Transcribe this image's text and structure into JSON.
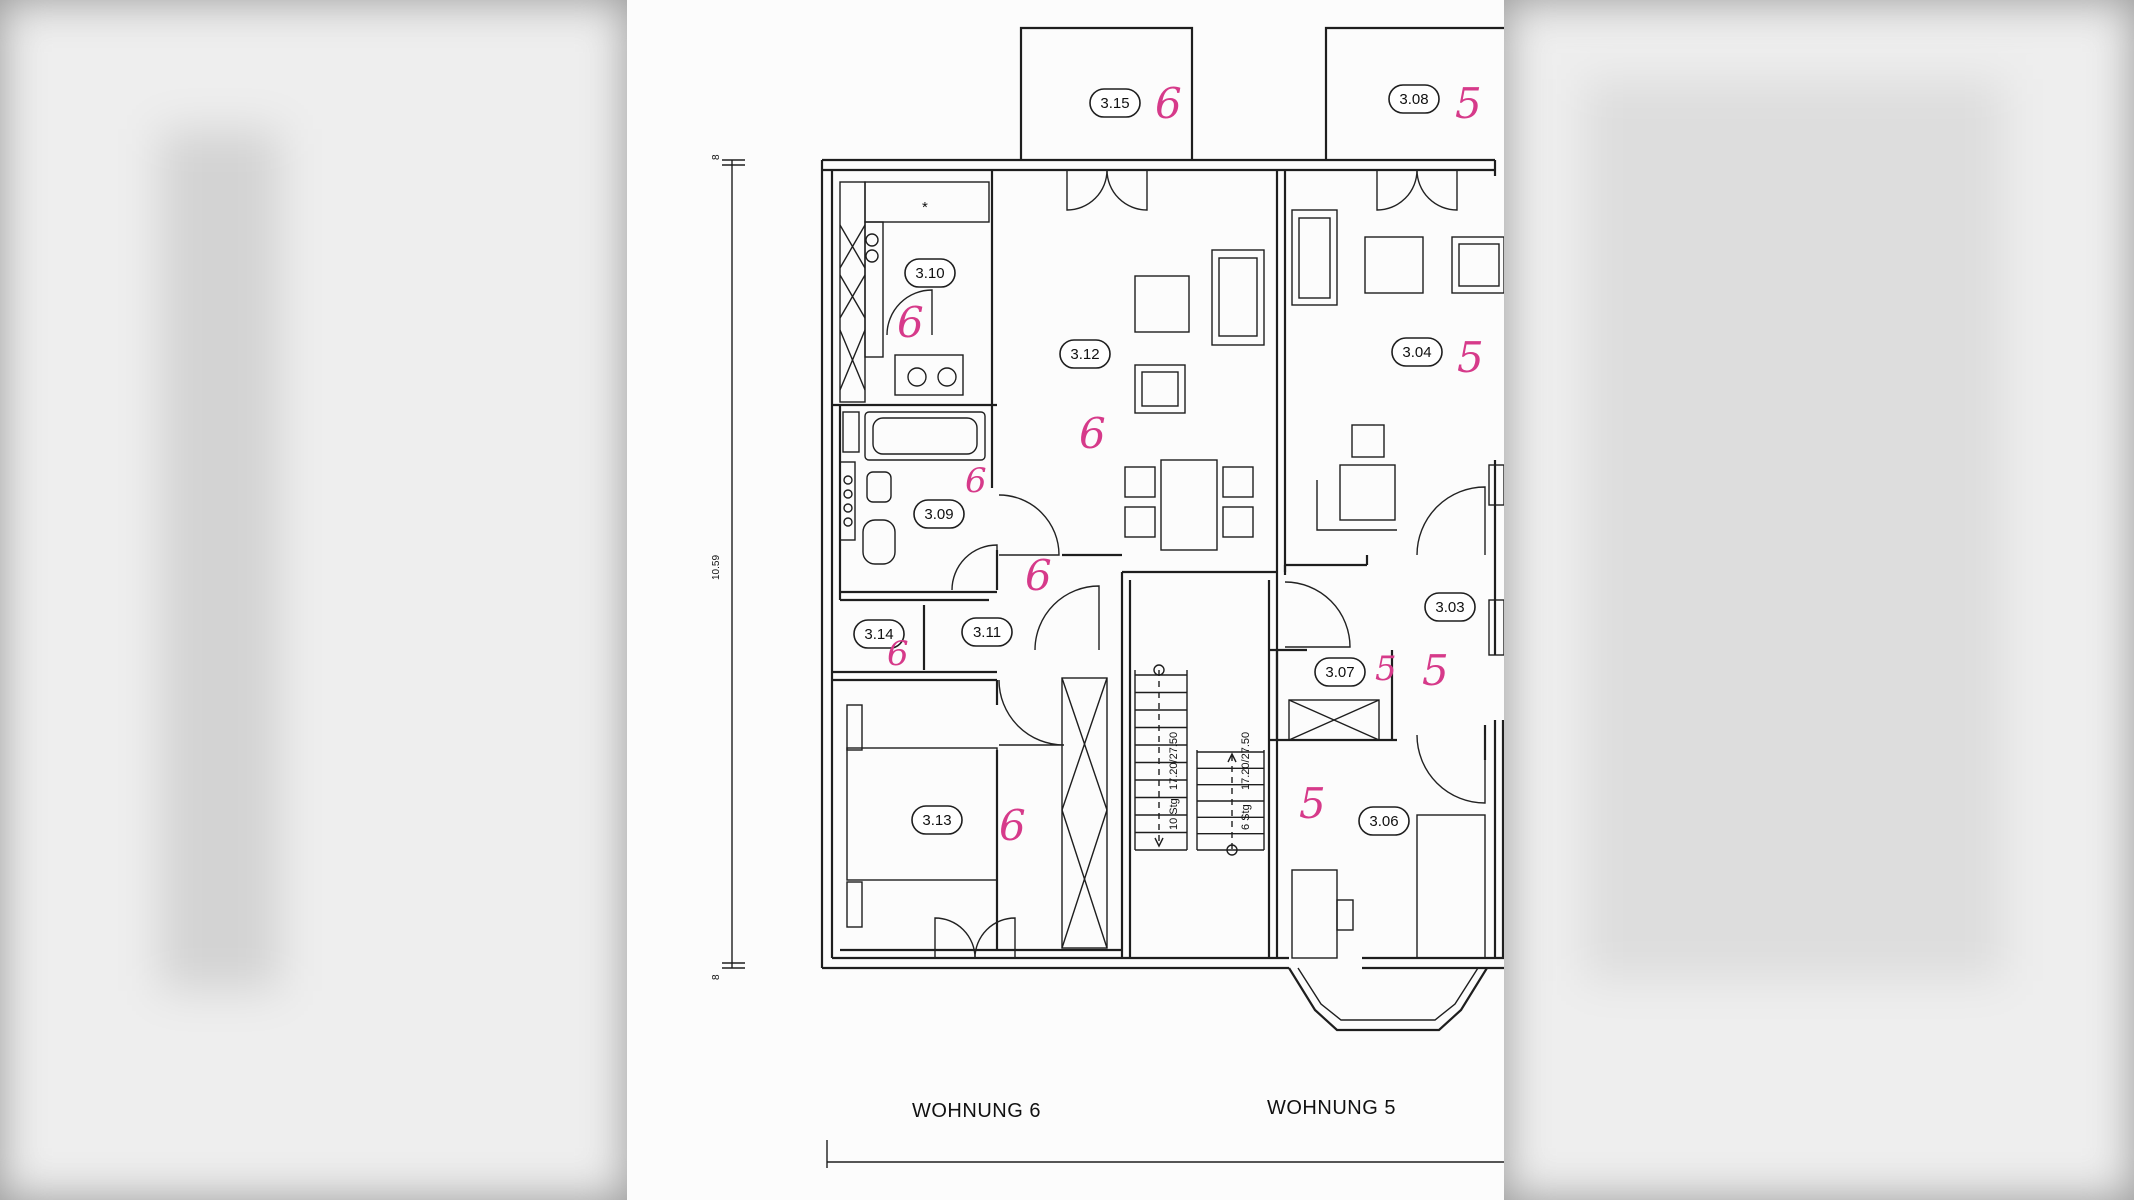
{
  "rooms": [
    {
      "id": "3.15",
      "mark": "6"
    },
    {
      "id": "3.08",
      "mark": "5"
    },
    {
      "id": "3.10",
      "mark": "6"
    },
    {
      "id": "3.12",
      "mark": "6"
    },
    {
      "id": "3.04",
      "mark": "5"
    },
    {
      "id": "3.09",
      "mark": "6"
    },
    {
      "id": "3.11",
      "mark": "6"
    },
    {
      "id": "3.14",
      "mark": "6"
    },
    {
      "id": "3.03",
      "mark": "5"
    },
    {
      "id": "3.07",
      "mark": "5"
    },
    {
      "id": "3.13",
      "mark": "6"
    },
    {
      "id": "3.06",
      "mark": "5"
    }
  ],
  "stairs": {
    "left": {
      "steps": "10 Stg",
      "ratio": "17.20/27.50"
    },
    "right": {
      "steps": "6 Stg",
      "ratio": "17.20/27.50"
    }
  },
  "dimension": {
    "total": "10.59",
    "top": "8",
    "bottom": "8"
  },
  "units": {
    "left": "WOHNUNG 6",
    "right": "WOHNUNG 5"
  }
}
